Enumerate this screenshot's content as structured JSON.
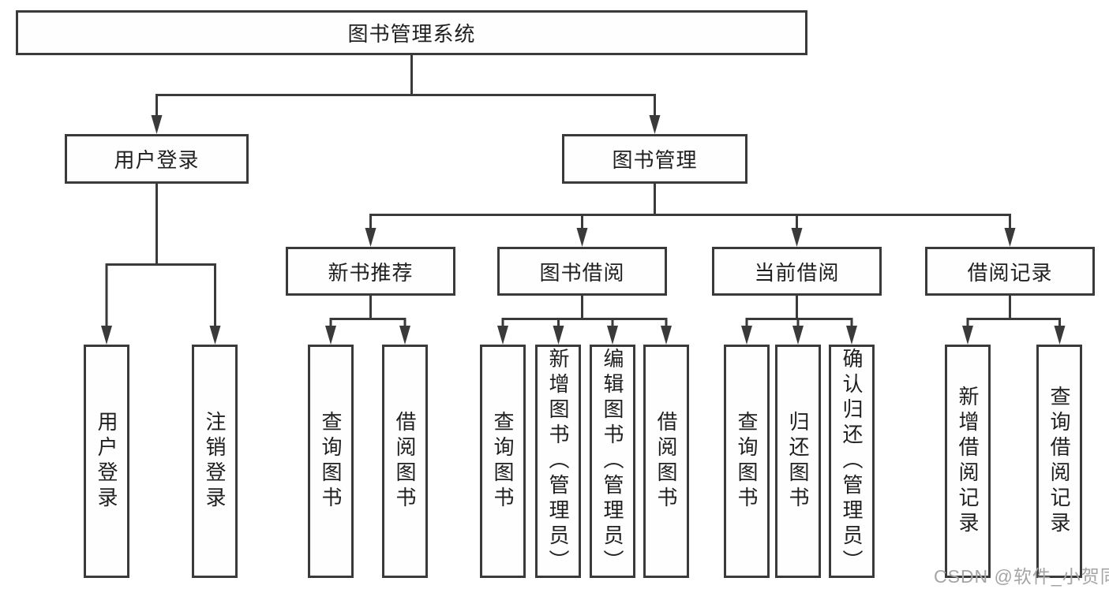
{
  "diagram": {
    "root": {
      "label": "图书管理系统",
      "children": [
        {
          "label": "用户登录",
          "children": [
            {
              "label": "用户登录"
            },
            {
              "label": "注销登录"
            }
          ]
        },
        {
          "label": "图书管理",
          "children": [
            {
              "label": "新书推荐",
              "children": [
                {
                  "label": "查询图书"
                },
                {
                  "label": "借阅图书"
                }
              ]
            },
            {
              "label": "图书借阅",
              "children": [
                {
                  "label": "查询图书"
                },
                {
                  "label": "新增图书（管理员）"
                },
                {
                  "label": "编辑图书（管理员）"
                },
                {
                  "label": "借阅图书"
                }
              ]
            },
            {
              "label": "当前借阅",
              "children": [
                {
                  "label": "查询图书"
                },
                {
                  "label": "归还图书"
                },
                {
                  "label": "确认归还（管理员）"
                }
              ]
            },
            {
              "label": "借阅记录",
              "children": [
                {
                  "label": "新增借阅记录"
                },
                {
                  "label": "查询借阅记录"
                }
              ]
            }
          ]
        }
      ]
    }
  },
  "watermark": {
    "text": "CSDN @软件_小贺同学"
  },
  "colors": {
    "line": "#3a3a3a",
    "text": "#1f1f1f",
    "watermark": "#a5a5a5",
    "background": "#ffffff"
  }
}
